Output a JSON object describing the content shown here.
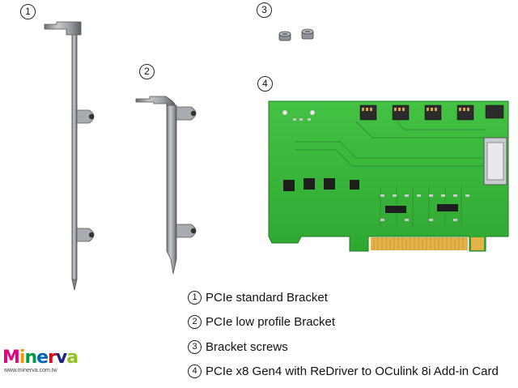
{
  "markers": [
    "1",
    "2",
    "3",
    "4"
  ],
  "legend": [
    {
      "num": "1",
      "text": "PCIe standard Bracket"
    },
    {
      "num": "2",
      "text": "PCIe low profile Bracket"
    },
    {
      "num": "3",
      "text": "Bracket screws"
    },
    {
      "num": "4",
      "text": "PCIe x8 Gen4 with ReDriver to OCulink 8i Add-in Card"
    }
  ],
  "logo": {
    "word": [
      "M",
      "i",
      "n",
      "e",
      "r",
      "v",
      "a"
    ],
    "url": "www.minerva.com.tw"
  },
  "colors": {
    "pcb": "#3fb83f",
    "gold_fingers": "#e3b34a",
    "bracket": "#9ea2a6"
  }
}
